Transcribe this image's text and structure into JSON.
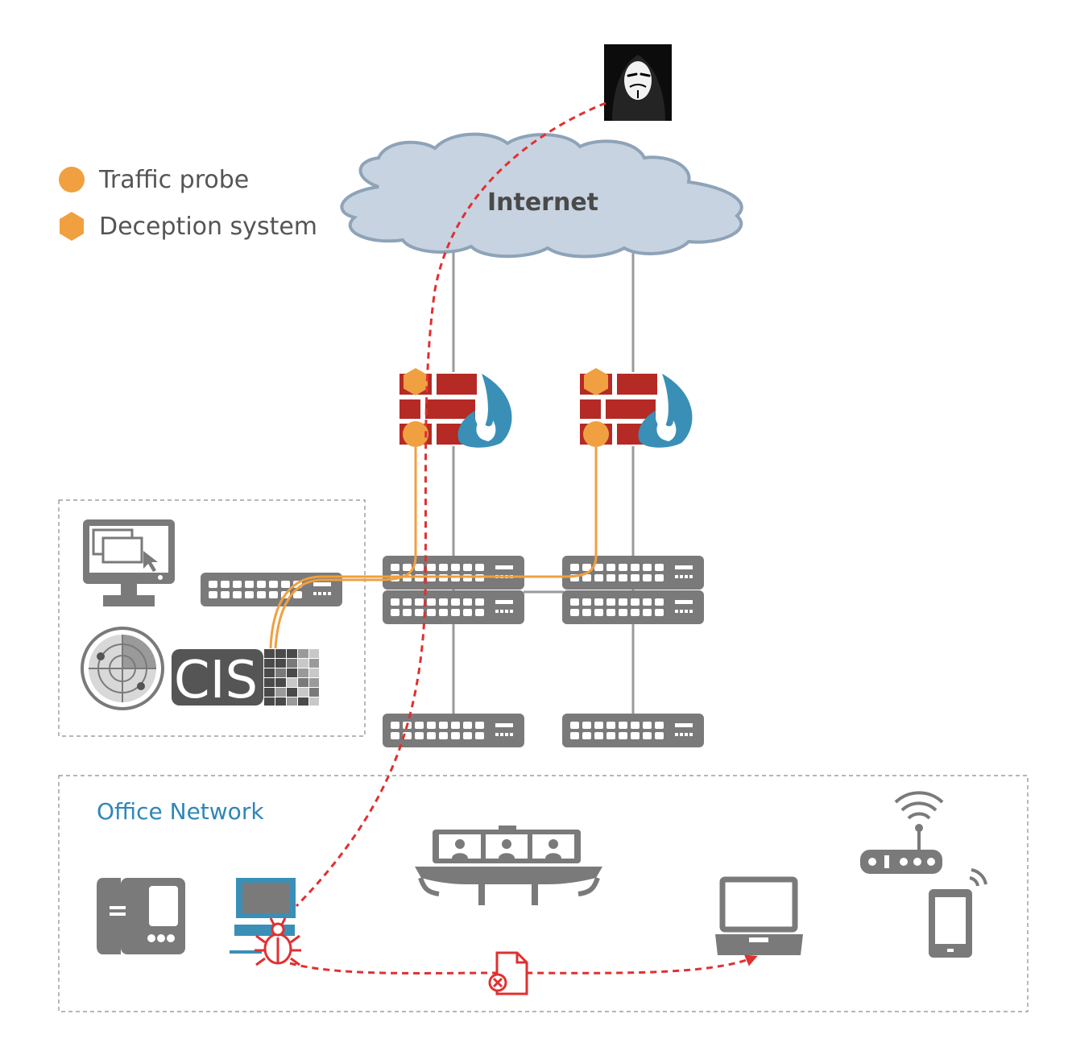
{
  "legend": {
    "traffic_probe": "Traffic probe",
    "deception_system": "Deception system"
  },
  "cloud": {
    "label": "Internet"
  },
  "office": {
    "label": "Office Network"
  },
  "siem": {
    "logo_text": "CIS"
  },
  "colors": {
    "probe": "#f0a040",
    "attack_path": "#e03030",
    "device_gray": "#7a7a7a",
    "firewall_red": "#b52a25",
    "flame_blue": "#3a8fb7",
    "cloud_fill": "#c7d3e0",
    "cloud_stroke": "#8ea3b8",
    "office_label": "#2f86b8"
  },
  "icons": {
    "attacker": "hacker-mask-icon",
    "firewall": "firewall-icon",
    "switch": "network-switch-icon",
    "monitor": "monitor-icon",
    "radar": "radar-icon",
    "ip_phone": "ip-phone-icon",
    "workstation": "desktop-computer-icon",
    "malware": "bug-icon",
    "blocked_file": "blocked-file-icon",
    "video_conference": "video-conference-icon",
    "laptop": "laptop-icon",
    "wifi_router": "wifi-router-icon",
    "smartphone": "smartphone-icon"
  }
}
